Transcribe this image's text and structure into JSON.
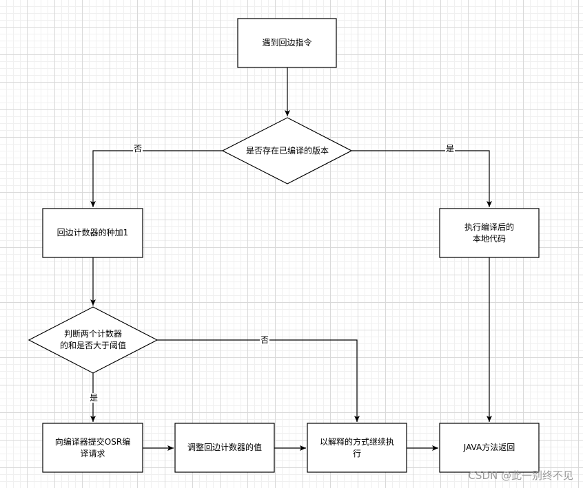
{
  "nodes": {
    "start": "遇到回边指令",
    "has_compiled": "是否存在已编译的版本",
    "counter_add": "回边计数器的种加1",
    "exec_native": "执行编译后的\n本地代码",
    "check_threshold": "判断两个计数器\n的和是否大于阈值",
    "submit_osr": "向编译器提交OSR编\n译请求",
    "adjust_counter": "调整回边计数器的值",
    "interpret": "以解释的方式继续执\n行",
    "java_return": "JAVA方法返回"
  },
  "edge_labels": {
    "no_compiled": "否",
    "yes_compiled": "是",
    "below_threshold": "否",
    "above_threshold": "是"
  },
  "watermark": "CSDN @此一别终不见"
}
